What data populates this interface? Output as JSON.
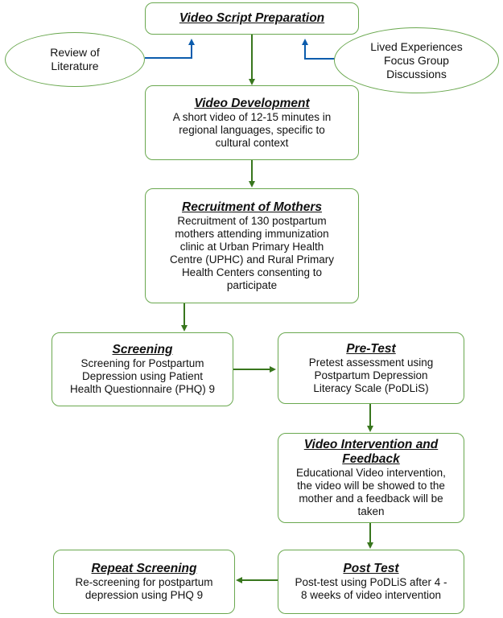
{
  "colors": {
    "box_border": "#6aa84f",
    "arrow_green": "#38761d",
    "arrow_blue": "#0b5cad"
  },
  "nodes": {
    "script_prep": {
      "title": "Video Script Preparation"
    },
    "review": {
      "lines": [
        "Review of",
        "Literature"
      ]
    },
    "lived": {
      "lines": [
        "Lived Experiences",
        "Focus Group",
        "Discussions"
      ]
    },
    "video_dev": {
      "title": "Video Development",
      "lines": [
        "A short video of 12-15 minutes in",
        "regional languages, specific to",
        "cultural context"
      ]
    },
    "recruitment": {
      "title": "Recruitment of Mothers",
      "lines": [
        "Recruitment of 130 postpartum",
        "mothers attending immunization",
        "clinic at Urban Primary Health",
        "Centre (UPHC) and Rural Primary",
        "Health Centers consenting to",
        "participate"
      ]
    },
    "screening": {
      "title": "Screening",
      "lines": [
        "Screening for Postpartum",
        "Depression using Patient",
        "Health Questionnaire (PHQ) 9"
      ]
    },
    "pretest": {
      "title": "Pre-Test",
      "lines": [
        "Pretest assessment using",
        "Postpartum Depression",
        "Literacy Scale (PoDLiS)"
      ]
    },
    "intervention": {
      "title_lines": [
        "Video Intervention and",
        "Feedback"
      ],
      "lines": [
        "Educational Video intervention,",
        "the video will be showed to the",
        "mother and a feedback will be",
        "taken"
      ]
    },
    "posttest": {
      "title": "Post Test",
      "lines": [
        "Post-test using PoDLiS after 4 -",
        "8 weeks of video intervention"
      ]
    },
    "repeat": {
      "title": "Repeat Screening",
      "lines": [
        "Re-screening for postpartum",
        "depression using PHQ 9"
      ]
    }
  }
}
